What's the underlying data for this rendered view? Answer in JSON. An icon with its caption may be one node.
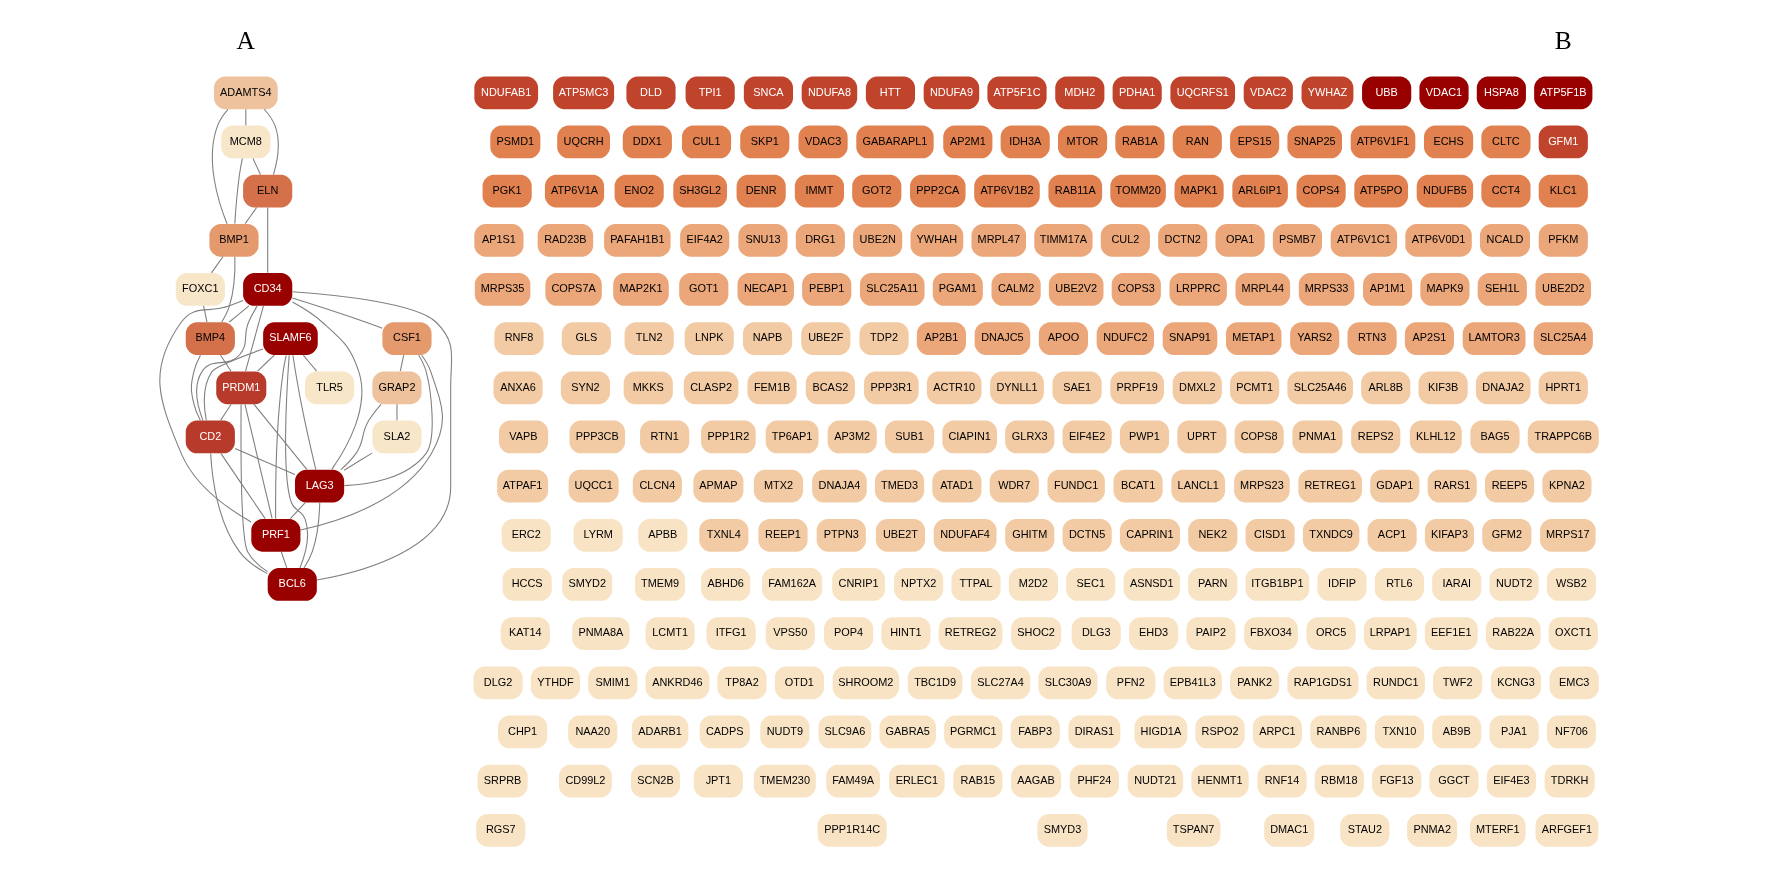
{
  "diagram": {
    "nodes": [
      {
        "text": [
          "ADAMTS4"
        ]
      },
      {
        "text": [
          "MCM8"
        ]
      },
      {
        "text": [
          "SLAMF6"
        ]
      },
      {
        "text": [
          "ELN"
        ]
      },
      {
        "text": [
          "TLR5"
        ]
      },
      {
        "text": [
          "BMP1"
        ]
      },
      {
        "text": [
          "CD34"
        ]
      },
      {
        "text": [
          "FOXC1"
        ]
      },
      {
        "text": [
          "CSF1"
        ]
      },
      {
        "text": [
          "BMP4"
        ]
      },
      {
        "text": [
          "GRAP2"
        ]
      },
      {
        "text": [
          "PRDM1"
        ]
      },
      {
        "text": [
          "SLA2"
        ]
      },
      {
        "text": [
          "CD2"
        ]
      },
      {
        "text": [
          "LAG3"
        ]
      },
      {
        "text": [
          "BCL6"
        ]
      },
      {
        "text": [
          "PRF1"
        ]
      },
      {
        "text": [
          "ATP5F1B"
        ]
      },
      {
        "text": [
          "HSPA8"
        ]
      },
      {
        "text": [
          "VDAC1"
        ]
      },
      {
        "text": [
          "UBB"
        ]
      },
      {
        "text": [
          "YWHAZ"
        ]
      },
      {
        "text": [
          "VDAC2"
        ]
      },
      {
        "text": [
          "UQCRFS1"
        ]
      },
      {
        "text": [
          "PDHA1"
        ]
      },
      {
        "text": [
          "MDH2"
        ]
      },
      {
        "text": [
          "ATP5F1C"
        ]
      },
      {
        "text": [
          "NDUFA9"
        ]
      },
      {
        "text": [
          "HTT"
        ]
      },
      {
        "text": [
          "NDUFA8"
        ]
      },
      {
        "text": [
          "SNCA"
        ]
      },
      {
        "text": [
          "TPI1"
        ]
      },
      {
        "text": [
          "DLD"
        ]
      },
      {
        "text": [
          "ATP5MC3"
        ]
      },
      {
        "text": [
          "NDUFAB1"
        ]
      },
      {
        "text": [
          "GFM1"
        ]
      },
      {
        "text": [
          "CLTC"
        ]
      },
      {
        "text": [
          "ECHS"
        ]
      },
      {
        "text": [
          "ATP6V1F1"
        ]
      },
      {
        "text": [
          "SNAP25"
        ]
      },
      {
        "text": [
          "EPS15"
        ]
      },
      {
        "text": [
          "RAN"
        ]
      },
      {
        "text": [
          "RAB1A"
        ]
      },
      {
        "text": [
          "MTOR"
        ]
      },
      {
        "text": [
          "IDH3A"
        ]
      },
      {
        "text": [
          "AP2M1"
        ]
      },
      {
        "text": [
          "GABARAPL1"
        ]
      },
      {
        "text": [
          "VDAC3"
        ]
      },
      {
        "text": [
          "SKP1"
        ]
      },
      {
        "text": [
          "CUL1"
        ]
      },
      {
        "text": [
          "DDX1"
        ]
      },
      {
        "text": [
          "UQCRH"
        ]
      },
      {
        "text": [
          "PSMD1"
        ]
      },
      {
        "text": [
          "KLC1"
        ]
      },
      {
        "text": [
          "CCT4"
        ]
      },
      {
        "text": [
          "NDUFB5"
        ]
      },
      {
        "text": [
          "ATP5PO"
        ]
      },
      {
        "text": [
          "COPS4"
        ]
      },
      {
        "text": [
          "ARL6IP1"
        ]
      },
      {
        "text": [
          "MAPK1"
        ]
      },
      {
        "text": [
          "TOMM20"
        ]
      },
      {
        "text": [
          "RAB11A"
        ]
      },
      {
        "text": [
          "ATP6V1B2"
        ]
      },
      {
        "text": [
          "PPP2CA"
        ]
      },
      {
        "text": [
          "GOT2"
        ]
      },
      {
        "text": [
          "IMMT"
        ]
      },
      {
        "text": [
          "DENR"
        ]
      },
      {
        "text": [
          "SH3GL2"
        ]
      },
      {
        "text": [
          "ENO2"
        ]
      },
      {
        "text": [
          "ATP6V1A"
        ]
      },
      {
        "text": [
          "PGK1"
        ]
      },
      {
        "text": [
          "PFKM"
        ]
      },
      {
        "text": [
          "NCALD"
        ]
      },
      {
        "text": [
          "ATP6V0D1"
        ]
      },
      {
        "text": [
          "ATP6V1C1"
        ]
      },
      {
        "text": [
          "PSMB7"
        ]
      },
      {
        "text": [
          "OPA1"
        ]
      },
      {
        "text": [
          "DCTN2"
        ]
      },
      {
        "text": [
          "CUL2"
        ]
      },
      {
        "text": [
          "TIMM17A"
        ]
      },
      {
        "text": [
          "MRPL47"
        ]
      },
      {
        "text": [
          "YWHAH"
        ]
      },
      {
        "text": [
          "UBE2N"
        ]
      },
      {
        "text": [
          "DRG1"
        ]
      },
      {
        "text": [
          "SNU13"
        ]
      },
      {
        "text": [
          "EIF4A2"
        ]
      },
      {
        "text": [
          "PAFAH1B1"
        ]
      },
      {
        "text": [
          "RAD23B"
        ]
      },
      {
        "text": [
          "AP1S1"
        ]
      },
      {
        "text": [
          "UBE2D2"
        ]
      },
      {
        "text": [
          "SEH1L"
        ]
      },
      {
        "text": [
          "MAPK9"
        ]
      },
      {
        "text": [
          "AP1M1"
        ]
      },
      {
        "text": [
          "MRPS33"
        ]
      },
      {
        "text": [
          "MRPL44"
        ]
      },
      {
        "text": [
          "LRPPRC"
        ]
      },
      {
        "text": [
          "COPS3"
        ]
      },
      {
        "text": [
          "UBE2V2"
        ]
      },
      {
        "text": [
          "CALM2"
        ]
      },
      {
        "text": [
          "PGAM1"
        ]
      },
      {
        "text": [
          "SLC25A11"
        ]
      },
      {
        "text": [
          "PEBP1"
        ]
      },
      {
        "text": [
          "NECAP1"
        ]
      },
      {
        "text": [
          "GOT1"
        ]
      },
      {
        "text": [
          "MAP2K1"
        ]
      },
      {
        "text": [
          "COPS7A"
        ]
      },
      {
        "text": [
          "MRPS35"
        ]
      },
      {
        "text": [
          "SLC25A4"
        ]
      },
      {
        "text": [
          "LAMTOR3"
        ]
      },
      {
        "text": [
          "AP2S1"
        ]
      },
      {
        "text": [
          "RTN3"
        ]
      },
      {
        "text": [
          "YARS2"
        ]
      },
      {
        "text": [
          "METAP1"
        ]
      },
      {
        "text": [
          "SNAP91"
        ]
      },
      {
        "text": [
          "NDUFC2"
        ]
      },
      {
        "text": [
          "APOO"
        ]
      },
      {
        "text": [
          "DNAJC5"
        ]
      },
      {
        "text": [
          "AP2B1"
        ]
      },
      {
        "text": [
          "TDP2"
        ]
      },
      {
        "text": [
          "UBE2F"
        ]
      },
      {
        "text": [
          "NAPB"
        ]
      },
      {
        "text": [
          "LNPK"
        ]
      },
      {
        "text": [
          "TLN2"
        ]
      },
      {
        "text": [
          "GLS"
        ]
      },
      {
        "text": [
          "RNF8"
        ]
      },
      {
        "text": [
          "HPRT1"
        ]
      },
      {
        "text": [
          "DNAJA2"
        ]
      },
      {
        "text": [
          "KIF3B"
        ]
      },
      {
        "text": [
          "ARL8B"
        ]
      },
      {
        "text": [
          "SLC25A46"
        ]
      },
      {
        "text": [
          "PCMT1"
        ]
      },
      {
        "text": [
          "DMXL2"
        ]
      },
      {
        "text": [
          "PRPF19"
        ]
      },
      {
        "text": [
          "SAE1"
        ]
      },
      {
        "text": [
          "DYNLL1"
        ]
      },
      {
        "text": [
          "ACTR10"
        ]
      },
      {
        "text": [
          "PPP3R1"
        ]
      },
      {
        "text": [
          "BCAS2"
        ]
      },
      {
        "text": [
          "FEM1B"
        ]
      },
      {
        "text": [
          "CLASP2"
        ]
      },
      {
        "text": [
          "MKKS"
        ]
      },
      {
        "text": [
          "SYN2"
        ]
      },
      {
        "text": [
          "ANXA6"
        ]
      },
      {
        "text": [
          "TRAPPC6B"
        ]
      },
      {
        "text": [
          "BAG5"
        ]
      },
      {
        "text": [
          "KLHL12"
        ]
      },
      {
        "text": [
          "REPS2"
        ]
      },
      {
        "text": [
          "PNMA1"
        ]
      },
      {
        "text": [
          "COPS8"
        ]
      },
      {
        "text": [
          "UPRT"
        ]
      },
      {
        "text": [
          "PWP1"
        ]
      },
      {
        "text": [
          "EIF4E2"
        ]
      },
      {
        "text": [
          "GLRX3"
        ]
      },
      {
        "text": [
          "CIAPIN1"
        ]
      },
      {
        "text": [
          "SUB1"
        ]
      },
      {
        "text": [
          "AP3M2"
        ]
      },
      {
        "text": [
          "TP6AP1"
        ]
      },
      {
        "text": [
          "PPP1R2"
        ]
      },
      {
        "text": [
          "RTN1"
        ]
      },
      {
        "text": [
          "PPP3CB"
        ]
      },
      {
        "text": [
          "VAPB"
        ]
      },
      {
        "text": [
          "KPNA2"
        ]
      },
      {
        "text": [
          "REEP5"
        ]
      },
      {
        "text": [
          "RARS1"
        ]
      },
      {
        "text": [
          "GDAP1"
        ]
      },
      {
        "text": [
          "RETREG1"
        ]
      },
      {
        "text": [
          "MRPS23"
        ]
      },
      {
        "text": [
          "LANCL1"
        ]
      },
      {
        "text": [
          "BCAT1"
        ]
      },
      {
        "text": [
          "FUNDC1"
        ]
      },
      {
        "text": [
          "WDR7"
        ]
      },
      {
        "text": [
          "ATAD1"
        ]
      },
      {
        "text": [
          "TMED3"
        ]
      },
      {
        "text": [
          "DNAJA4"
        ]
      },
      {
        "text": [
          "MTX2"
        ]
      },
      {
        "text": [
          "APMAP"
        ]
      },
      {
        "text": [
          "CLCN4"
        ]
      },
      {
        "text": [
          "UQCC1"
        ]
      },
      {
        "text": [
          "ATPAF1"
        ]
      },
      {
        "text": [
          "MRPS17"
        ]
      },
      {
        "text": [
          "GFM2"
        ]
      },
      {
        "text": [
          "KIFAP3"
        ]
      },
      {
        "text": [
          "ACP1"
        ]
      },
      {
        "text": [
          "TXNDC9"
        ]
      },
      {
        "text": [
          "CISD1"
        ]
      },
      {
        "text": [
          "NEK2"
        ]
      },
      {
        "text": [
          "CAPRIN1"
        ]
      },
      {
        "text": [
          "DCTN5"
        ]
      },
      {
        "text": [
          "GHITM"
        ]
      },
      {
        "text": [
          "NDUFAF4"
        ]
      },
      {
        "text": [
          "UBE2T"
        ]
      },
      {
        "text": [
          "PTPN3"
        ]
      },
      {
        "text": [
          "REEP1"
        ]
      },
      {
        "text": [
          "TXNL4"
        ]
      },
      {
        "text": [
          "APBB"
        ]
      },
      {
        "text": [
          "LYRM"
        ]
      },
      {
        "text": [
          "ERC2"
        ]
      },
      {
        "text": [
          "WSB2"
        ]
      },
      {
        "text": [
          "NUDT2"
        ]
      },
      {
        "text": [
          "IARAI"
        ]
      },
      {
        "text": [
          "RTL6"
        ]
      },
      {
        "text": [
          "IDFIP"
        ]
      },
      {
        "text": [
          "ITGB1BP1"
        ]
      },
      {
        "text": [
          "PARN"
        ]
      },
      {
        "text": [
          "ASNSD1"
        ]
      },
      {
        "text": [
          "SEC1"
        ]
      },
      {
        "text": [
          "M2D2"
        ]
      },
      {
        "text": [
          "TTPAL"
        ]
      },
      {
        "text": [
          "NPTX2"
        ]
      },
      {
        "text": [
          "CNRIP1"
        ]
      },
      {
        "text": [
          "FAM162A"
        ]
      },
      {
        "text": [
          "ABHD6"
        ]
      },
      {
        "text": [
          "TMEM9"
        ]
      },
      {
        "text": [
          "SMYD2"
        ]
      },
      {
        "text": [
          "HCCS"
        ]
      },
      {
        "text": [
          "OXCT1"
        ]
      },
      {
        "text": [
          "RAB22A"
        ]
      },
      {
        "text": [
          "EEF1E1"
        ]
      },
      {
        "text": [
          "LRPAP1"
        ]
      },
      {
        "text": [
          "ORC5"
        ]
      },
      {
        "text": [
          "FBXO34"
        ]
      },
      {
        "text": [
          "PAIP2"
        ]
      },
      {
        "text": [
          "EHD3"
        ]
      },
      {
        "text": [
          "DLG3"
        ]
      },
      {
        "text": [
          "SHOC2"
        ]
      },
      {
        "text": [
          "RETREG2"
        ]
      },
      {
        "text": [
          "HINT1"
        ]
      },
      {
        "text": [
          "POP4"
        ]
      },
      {
        "text": [
          "VPS50"
        ]
      },
      {
        "text": [
          "ITFG1"
        ]
      },
      {
        "text": [
          "LCMT1"
        ]
      },
      {
        "text": [
          "PNMA8A"
        ]
      },
      {
        "text": [
          "KAT14"
        ]
      },
      {
        "text": [
          "EMC3"
        ]
      },
      {
        "text": [
          "KCNG3"
        ]
      },
      {
        "text": [
          "TWF2"
        ]
      },
      {
        "text": [
          "RUNDC1"
        ]
      },
      {
        "text": [
          "RAP1GDS1"
        ]
      },
      {
        "text": [
          "PANK2"
        ]
      },
      {
        "text": [
          "EPB41L3"
        ]
      },
      {
        "text": [
          "PFN2"
        ]
      },
      {
        "text": [
          "SLC30A9"
        ]
      },
      {
        "text": [
          "SLC27A4"
        ]
      },
      {
        "text": [
          "TBC1D9"
        ]
      },
      {
        "text": [
          "SHROOM2"
        ]
      },
      {
        "text": [
          "OTD1"
        ]
      },
      {
        "text": [
          "TP8A2"
        ]
      },
      {
        "text": [
          "ANKRD46"
        ]
      },
      {
        "text": [
          "SMIM1"
        ]
      },
      {
        "text": [
          "YTHDF"
        ]
      },
      {
        "text": [
          "DLG2"
        ]
      },
      {
        "text": [
          "NF706"
        ]
      },
      {
        "text": [
          "PJA1"
        ]
      },
      {
        "text": [
          "AB9B"
        ]
      },
      {
        "text": [
          "TXN10"
        ]
      },
      {
        "text": [
          "RANBP6"
        ]
      },
      {
        "text": [
          "ARPC1"
        ]
      },
      {
        "text": [
          "RSPO2"
        ]
      },
      {
        "text": [
          "HIGD1A"
        ]
      },
      {
        "text": [
          "DIRAS1"
        ]
      },
      {
        "text": [
          "FABP3"
        ]
      },
      {
        "text": [
          "PGRMC1"
        ]
      },
      {
        "text": [
          "GABRA5"
        ]
      },
      {
        "text": [
          "SLC9A6"
        ]
      },
      {
        "text": [
          "NUDT9"
        ]
      },
      {
        "text": [
          "CADPS"
        ]
      },
      {
        "text": [
          "ADARB1"
        ]
      },
      {
        "text": [
          "NAA20"
        ]
      },
      {
        "text": [
          "CHP1"
        ]
      },
      {
        "text": [
          "TDRKH"
        ]
      },
      {
        "text": [
          "EIF4E3"
        ]
      },
      {
        "text": [
          "GGCT"
        ]
      },
      {
        "text": [
          "FGF13"
        ]
      },
      {
        "text": [
          "RBM18"
        ]
      },
      {
        "text": [
          "RNF14"
        ]
      },
      {
        "text": [
          "HENMT1"
        ]
      },
      {
        "text": [
          "NUDT21"
        ]
      },
      {
        "text": [
          "PHF24"
        ]
      },
      {
        "text": [
          "AAGAB"
        ]
      },
      {
        "text": [
          "RAB15"
        ]
      },
      {
        "text": [
          "ERLEC1"
        ]
      },
      {
        "text": [
          "FAM49A"
        ]
      },
      {
        "text": [
          "TMEM230"
        ]
      },
      {
        "text": [
          "JPT1"
        ]
      },
      {
        "text": [
          "SCN2B"
        ]
      },
      {
        "text": [
          "CD99L2"
        ]
      },
      {
        "text": [
          "SRPRB"
        ]
      },
      {
        "text": [
          "ARFGEF1"
        ]
      },
      {
        "text": [
          "MTERF1"
        ]
      },
      {
        "text": [
          "PNMA2"
        ]
      },
      {
        "text": [
          "STAU2"
        ]
      },
      {
        "text": [
          "DMAC1"
        ]
      },
      {
        "text": [
          "TSPAN7"
        ]
      },
      {
        "text": [
          "SMYD3"
        ]
      },
      {
        "text": [
          "PPP1R14C"
        ]
      },
      {
        "text": [
          "RGS7"
        ]
      }
    ],
    "edges": [
      {
        "from": 0,
        "to": 1,
        "arrow": "none"
      },
      {
        "from": 0,
        "to": 3,
        "arrow": "none"
      },
      {
        "from": 0,
        "to": 5,
        "arrow": "none"
      },
      {
        "from": 1,
        "to": 3,
        "arrow": "none"
      },
      {
        "from": 1,
        "to": 5,
        "arrow": "none"
      },
      {
        "from": 3,
        "to": 5,
        "arrow": "none"
      },
      {
        "from": 3,
        "to": 6,
        "arrow": "none"
      },
      {
        "from": 2,
        "to": 4,
        "arrow": "none"
      },
      {
        "from": 2,
        "to": 14,
        "arrow": "none"
      },
      {
        "from": 2,
        "to": 16,
        "arrow": "none"
      },
      {
        "from": 2,
        "to": 15,
        "arrow": "none"
      },
      {
        "from": 2,
        "to": 13,
        "arrow": "none"
      },
      {
        "from": 2,
        "to": 11,
        "arrow": "none"
      },
      {
        "from": 6,
        "to": 9,
        "arrow": "none"
      },
      {
        "from": 6,
        "to": 11,
        "arrow": "none"
      },
      {
        "from": 6,
        "to": 13,
        "arrow": "none"
      },
      {
        "from": 6,
        "to": 15,
        "arrow": "none"
      },
      {
        "from": 6,
        "to": 16,
        "arrow": "none"
      },
      {
        "from": 6,
        "to": 14,
        "arrow": "none"
      },
      {
        "from": 6,
        "to": 8,
        "arrow": "none"
      },
      {
        "from": 5,
        "to": 7,
        "arrow": "none"
      },
      {
        "from": 5,
        "to": 9,
        "arrow": "none"
      },
      {
        "from": 7,
        "to": 9,
        "arrow": "none"
      },
      {
        "from": 9,
        "to": 11,
        "arrow": "none"
      },
      {
        "from": 9,
        "to": 13,
        "arrow": "none"
      },
      {
        "from": 8,
        "to": 10,
        "arrow": "none"
      },
      {
        "from": 8,
        "to": 14,
        "arrow": "none"
      },
      {
        "from": 8,
        "to": 16,
        "arrow": "none"
      },
      {
        "from": 10,
        "to": 12,
        "arrow": "none"
      },
      {
        "from": 10,
        "to": 14,
        "arrow": "none"
      },
      {
        "from": 12,
        "to": 14,
        "arrow": "none"
      },
      {
        "from": 11,
        "to": 13,
        "arrow": "none"
      },
      {
        "from": 11,
        "to": 14,
        "arrow": "none"
      },
      {
        "from": 11,
        "to": 16,
        "arrow": "none"
      },
      {
        "from": 11,
        "to": 15,
        "arrow": "none"
      },
      {
        "from": 13,
        "to": 14,
        "arrow": "none"
      },
      {
        "from": 13,
        "to": 15,
        "arrow": "none"
      },
      {
        "from": 13,
        "to": 16,
        "arrow": "none"
      },
      {
        "from": 14,
        "to": 16,
        "arrow": "none"
      },
      {
        "from": 14,
        "to": 15,
        "arrow": "none"
      },
      {
        "from": 16,
        "to": 15,
        "arrow": "none"
      }
    ],
    "labels": [
      "A",
      "B"
    ]
  }
}
